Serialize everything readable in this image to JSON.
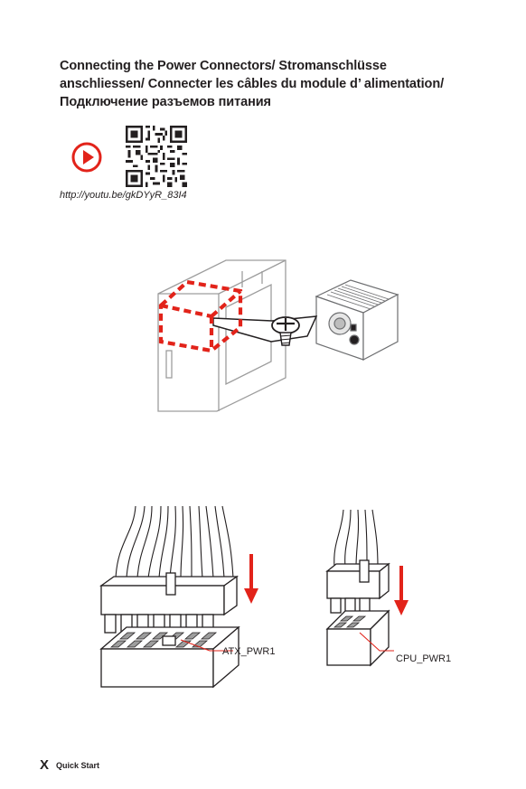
{
  "title": {
    "line1": "Connecting the Power Connectors/ Stromanschlüsse",
    "line2": "anschliessen/ Connecter les câbles du module d’ alimentation/",
    "line3": "Подключение разъемов питания"
  },
  "video": {
    "play_icon": "play-icon",
    "qr_icon": "qr-code-icon",
    "url": "http://youtu.be/gkDYyR_83I4"
  },
  "diagram": {
    "atx_label": "ATX_PWR1",
    "cpu_label": "CPU_PWR1",
    "accent_color": "#e2231a"
  },
  "footer": {
    "page": "X",
    "section": "Quick Start"
  }
}
